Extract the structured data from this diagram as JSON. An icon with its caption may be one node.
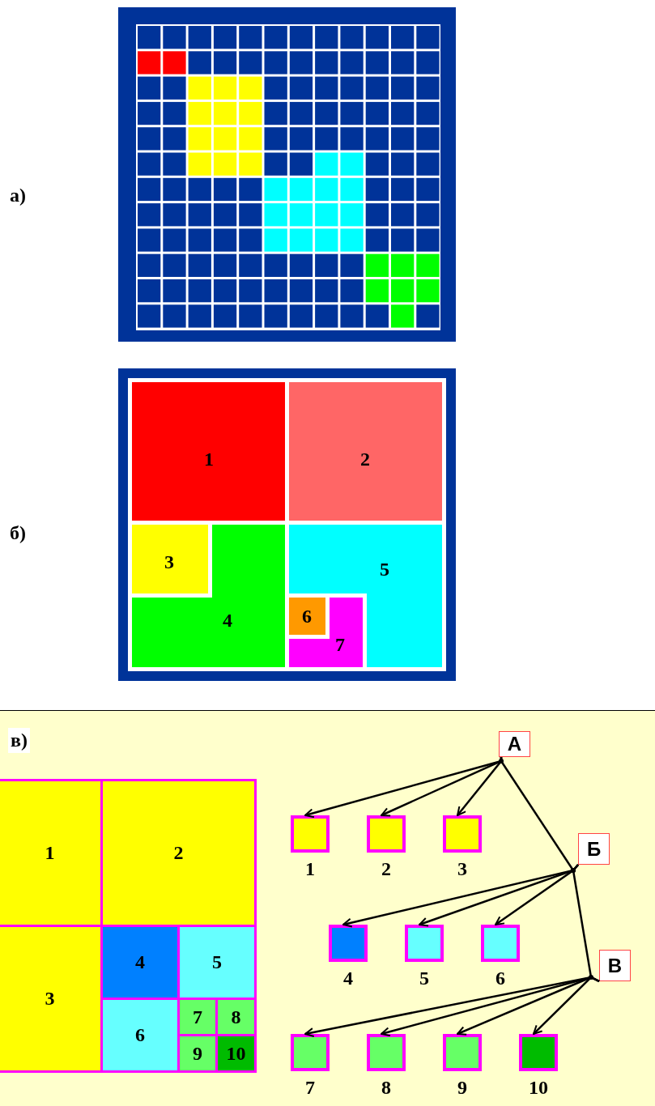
{
  "diagram": {
    "nodes": [
      {
        "text": [
          "1"
        ]
      },
      {
        "text": [
          "2"
        ]
      },
      {
        "text": [
          "3"
        ]
      },
      {
        "text": [
          "4"
        ]
      },
      {
        "text": [
          "5"
        ]
      },
      {
        "text": [
          "6"
        ]
      },
      {
        "text": [
          "7"
        ]
      },
      {
        "text": [
          "1"
        ]
      },
      {
        "text": [
          "2"
        ]
      },
      {
        "text": [
          "3"
        ]
      },
      {
        "text": [
          "4"
        ]
      },
      {
        "text": [
          "5"
        ]
      },
      {
        "text": [
          "6"
        ]
      },
      {
        "text": [
          "7"
        ]
      },
      {
        "text": [
          "8"
        ]
      },
      {
        "text": [
          "9"
        ]
      },
      {
        "text": [
          "10"
        ]
      },
      {
        "text": [
          "А"
        ]
      },
      {
        "text": [
          "Б"
        ]
      },
      {
        "text": [
          "В"
        ]
      },
      {
        "text": [],
        "shape": "box",
        "beside": [
          "1"
        ]
      },
      {
        "text": [],
        "shape": "box",
        "beside": [
          "2"
        ]
      },
      {
        "text": [],
        "shape": "box",
        "beside": [
          "3"
        ]
      },
      {
        "text": [],
        "shape": "box",
        "beside": [
          "4"
        ]
      },
      {
        "text": [],
        "shape": "box",
        "beside": [
          "5"
        ]
      },
      {
        "text": [],
        "shape": "box",
        "beside": [
          "6"
        ]
      },
      {
        "text": [],
        "shape": "box",
        "beside": [
          "7"
        ]
      },
      {
        "text": [],
        "shape": "box",
        "beside": [
          "8"
        ]
      },
      {
        "text": [],
        "shape": "box",
        "beside": [
          "9"
        ]
      },
      {
        "text": [],
        "shape": "box",
        "beside": [
          "10"
        ]
      }
    ],
    "edges": [
      {
        "from": 17,
        "to": 20,
        "arrow": "to"
      },
      {
        "from": 17,
        "to": 21,
        "arrow": "to"
      },
      {
        "from": 17,
        "to": 22,
        "arrow": "to"
      },
      {
        "from": 17,
        "to": 18,
        "arrow": "other"
      },
      {
        "from": 18,
        "to": 23,
        "arrow": "to"
      },
      {
        "from": 18,
        "to": 24,
        "arrow": "to"
      },
      {
        "from": 18,
        "to": 25,
        "arrow": "to"
      },
      {
        "from": 18,
        "to": 19,
        "arrow": "other"
      },
      {
        "from": 19,
        "to": 26,
        "arrow": "to"
      },
      {
        "from": 19,
        "to": 27,
        "arrow": "to"
      },
      {
        "from": 19,
        "to": 28,
        "arrow": "to"
      },
      {
        "from": 19,
        "to": 29,
        "arrow": "to"
      }
    ],
    "labels": [
      "а)",
      "б)",
      "в)"
    ]
  }
}
